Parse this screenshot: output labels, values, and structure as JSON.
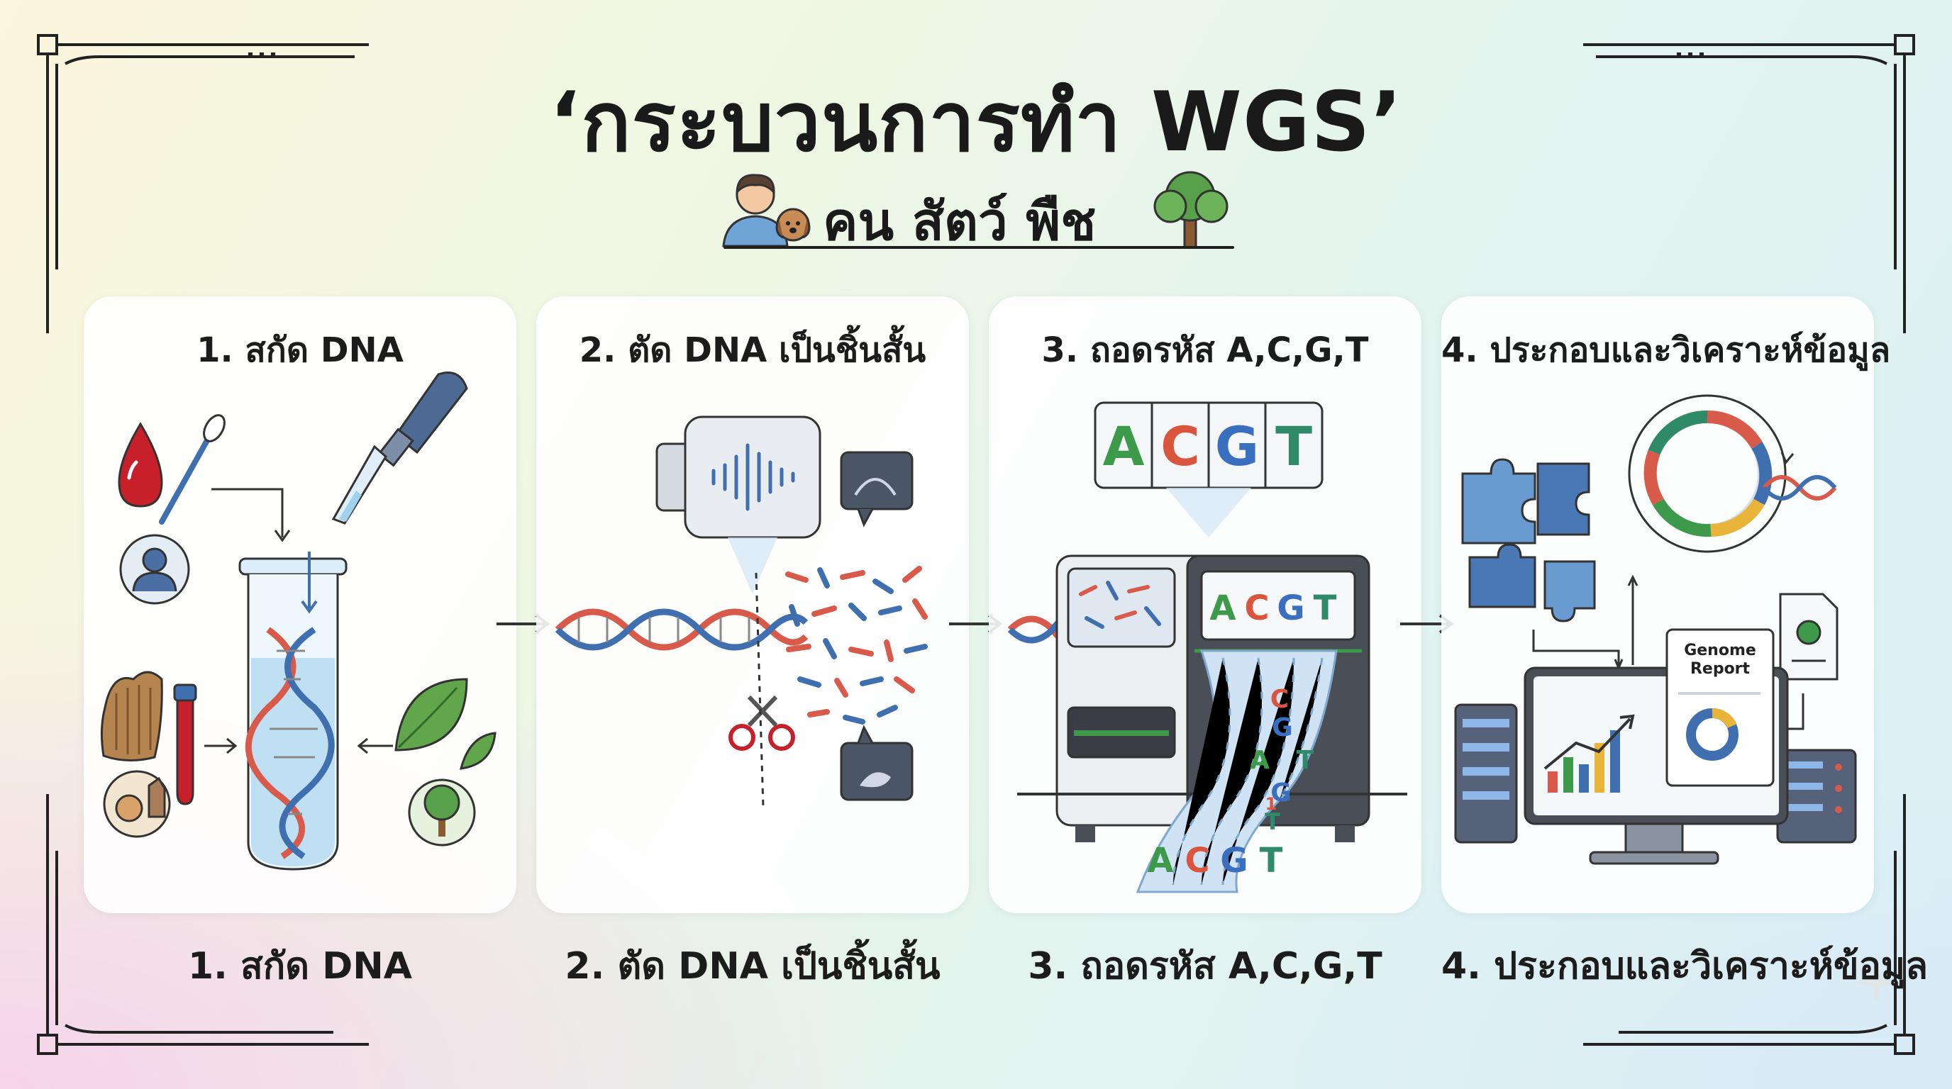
{
  "title": "‘กระบวนการทำ WGS’",
  "subtitle": "คน สัตว์ พืช",
  "steps": [
    {
      "label": "1. สกัด DNA",
      "caption": "1. สกัด DNA"
    },
    {
      "label": "2. ตัด DNA เป็นชิ้นสั้น",
      "caption": "2. ตัด DNA เป็นชิ้นสั้น"
    },
    {
      "label": "3. ถอดรหัส A,C,G,T",
      "caption": "3. ถอดรหัส A,C,G,T"
    },
    {
      "label": "4. ประกอบและวิเคราะห์ข้อมูล",
      "caption": "4. ประกอบและวิเคราะห์ข้อมูล"
    }
  ],
  "sequencing": {
    "bases": [
      "A",
      "C",
      "G",
      "T"
    ],
    "stream_letters": [
      "C",
      "G",
      "A",
      "T",
      "G",
      "T",
      "1"
    ]
  },
  "report": {
    "line1": "Genome",
    "line2": "Report"
  },
  "colors": {
    "A": "#3c9a4a",
    "C": "#d9553d",
    "G": "#3a6fbf",
    "T": "#2f8a6a",
    "blood": "#c8202a",
    "dna_red": "#d85a4a",
    "dna_blue": "#3f6fae"
  },
  "icons": [
    "person-icon",
    "dog-icon",
    "tree-icon",
    "blood-drop-icon",
    "swab-icon",
    "dropper-icon",
    "test-tube-icon",
    "hair-icon",
    "leaf-icon",
    "sonicator-icon",
    "scissors-icon",
    "sequencer-icon",
    "puzzle-icon",
    "circular-genome-icon",
    "computer-icon",
    "server-icon"
  ]
}
